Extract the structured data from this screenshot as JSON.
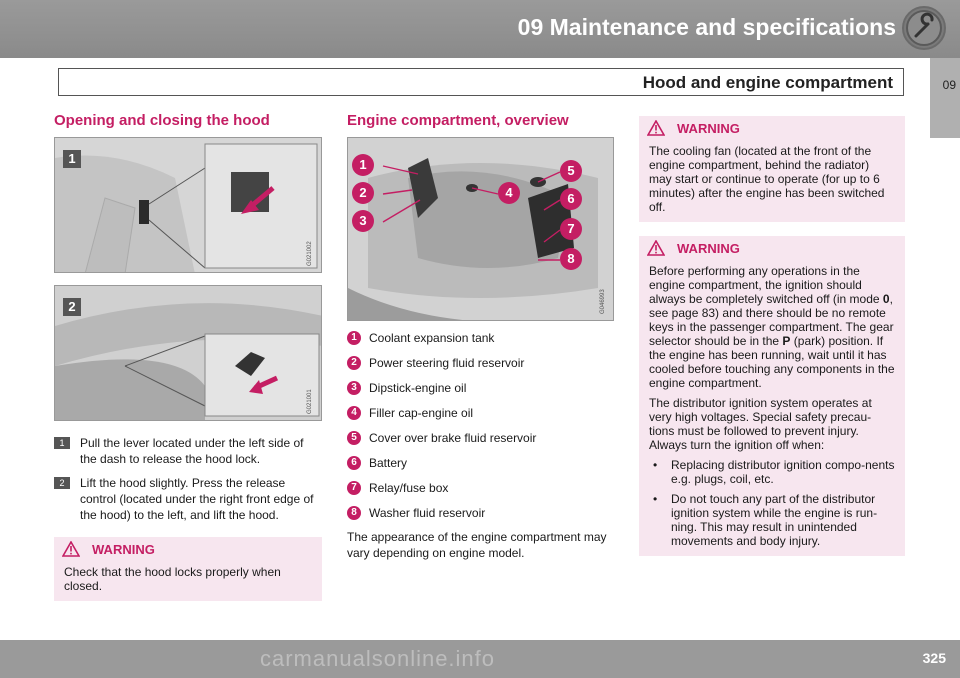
{
  "header": {
    "chapter": "09 Maintenance and specifications",
    "section": "Hood and engine compartment",
    "tab": "09",
    "accent": "#c41e63"
  },
  "hood": {
    "heading": "Opening and closing the hood",
    "fig1_label": "1",
    "fig1_code": "G021002",
    "fig2_label": "2",
    "fig2_code": "G021001",
    "steps": [
      {
        "num": "1",
        "text": "Pull the lever located under the left side of the dash to release the hood lock."
      },
      {
        "num": "2",
        "text": "Lift the hood slightly. Press the release control (located under the right front edge of the hood) to the left, and lift the hood."
      }
    ],
    "warning_title": "WARNING",
    "warning_text": "Check that the hood locks properly when closed."
  },
  "engine": {
    "heading": "Engine compartment, overview",
    "fig_code": "G046993",
    "items": [
      {
        "num": "1",
        "label": "Coolant expansion tank"
      },
      {
        "num": "2",
        "label": "Power steering fluid reservoir"
      },
      {
        "num": "3",
        "label": "Dipstick-engine oil"
      },
      {
        "num": "4",
        "label": "Filler cap-engine oil"
      },
      {
        "num": "5",
        "label": "Cover over brake fluid reservoir"
      },
      {
        "num": "6",
        "label": "Battery"
      },
      {
        "num": "7",
        "label": "Relay/fuse box"
      },
      {
        "num": "8",
        "label": "Washer fluid reservoir"
      }
    ],
    "note": "The appearance of the engine compartment may vary depending on engine model."
  },
  "warnings": {
    "w1_title": "WARNING",
    "w1_text": "The cooling fan (located at the front of the engine compartment, behind the radiator) may start or continue to operate (for up to 6 minutes) after the engine has been switched off.",
    "w2_title": "WARNING",
    "w2_p1_a": "Before performing any operations in the engine compartment, the ignition should always be completely switched off (in mode ",
    "w2_p1_mode": "0",
    "w2_p1_b": ", see page 83) and there should be no remote keys in the passenger compartment. The gear selector should be in the ",
    "w2_p1_park": "P",
    "w2_p1_c": " (park) position. If the engine has been running, wait until it has cooled before touching any components in the engine compartment.",
    "w2_p2": "The distributor ignition system operates at very high voltages. Special safety precau-tions must be followed to prevent injury. Always turn the ignition off when:",
    "bullets": [
      "Replacing distributor ignition compo-nents e.g. plugs, coil, etc.",
      "Do not touch any part of the distributor ignition system while the engine is run-ning. This may result in unintended movements and body injury."
    ]
  },
  "footer": {
    "page": "325",
    "watermark": "carmanualsonline.info"
  }
}
